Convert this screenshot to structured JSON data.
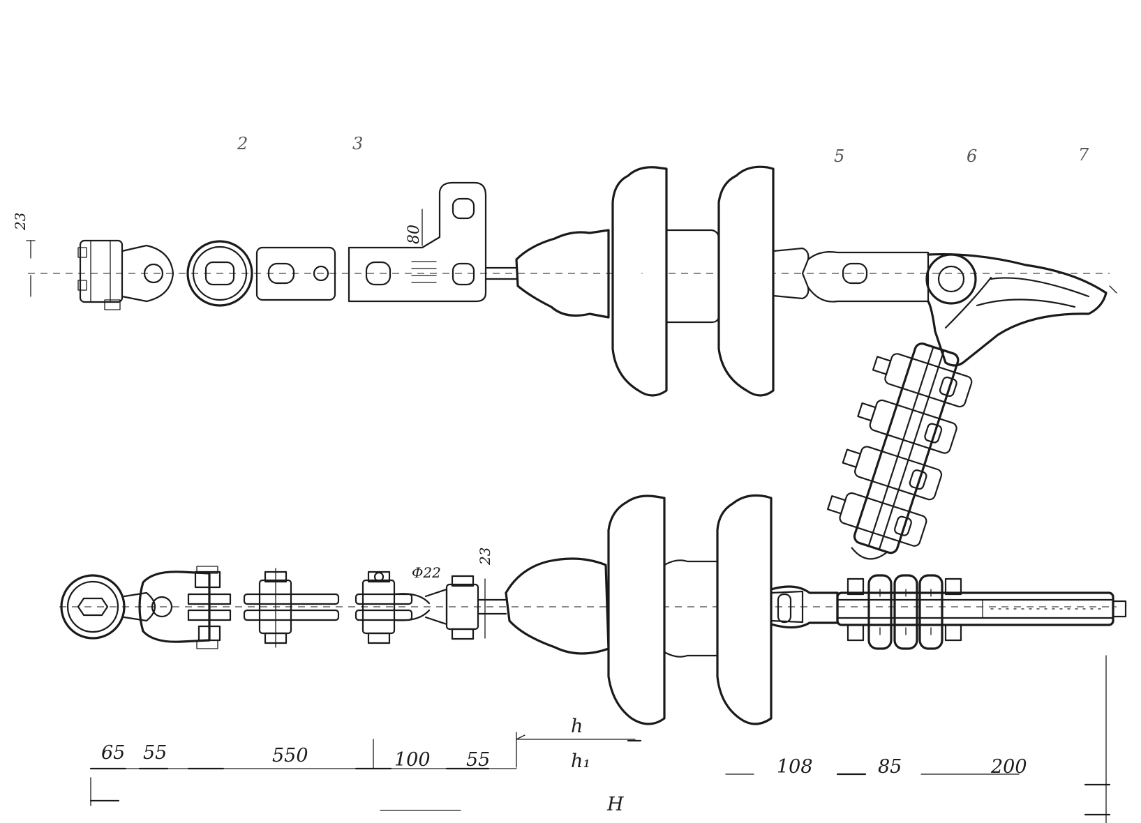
{
  "callouts": [
    "2",
    "3",
    "5",
    "6",
    "7"
  ],
  "top_assembly": {
    "height_dim": "23",
    "slot_dim": "80"
  },
  "bottom_assembly": {
    "pin_dim": "Φ22",
    "height_dim": "23"
  },
  "dimensions": {
    "row1": [
      "65",
      "55",
      "550",
      "100",
      "55",
      "108",
      "85",
      "200"
    ],
    "h": "h",
    "h1": "h₁",
    "H": "H"
  }
}
